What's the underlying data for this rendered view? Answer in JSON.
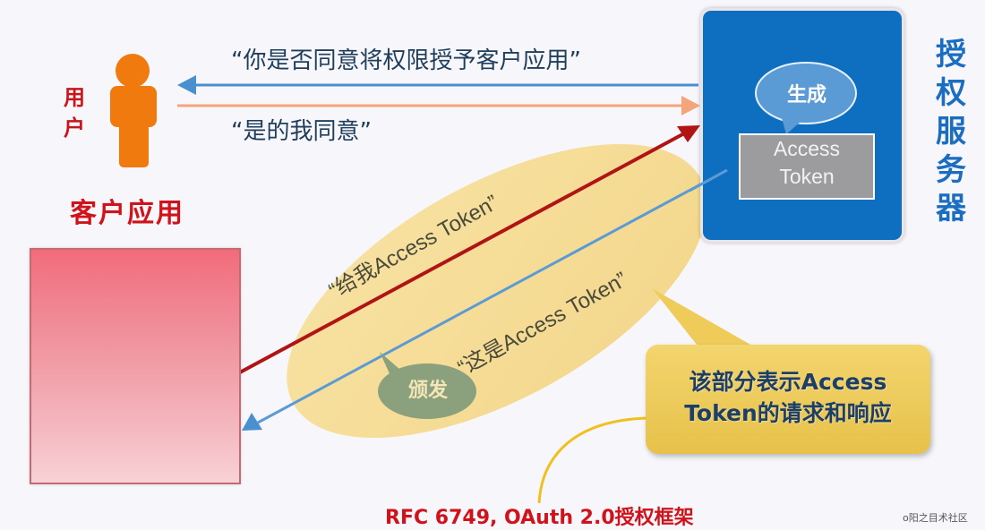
{
  "client": {
    "user_label": "用户",
    "app_label": "客户应用",
    "person_color": "#f07a0e",
    "box_color": "#f26c7b"
  },
  "messages": {
    "consent_request": "“你是否同意将权限授予客户应用”",
    "consent_reply": "“是的我同意”",
    "token_request": "“给我Access Token”",
    "token_response": "“这是Access Token”"
  },
  "server": {
    "label": "授权服务器",
    "generate_bubble": "生成",
    "token_line1": "Access",
    "token_line2": "Token",
    "color": "#0e6fc0"
  },
  "issue_bubble": "颁发",
  "callout": {
    "line1": "该部分表示Access",
    "line2": "Token的请求和响应"
  },
  "footer": {
    "rfc": "RFC 6749, OAuth 2.0授权框架",
    "watermark": "o阳之目术社区"
  },
  "colors": {
    "arrow_consent": "#4a8fd0",
    "arrow_reply": "#f5a57a",
    "arrow_request": "#b01414",
    "arrow_response": "#5b9bd5",
    "ellipse": "#f6dc90"
  }
}
